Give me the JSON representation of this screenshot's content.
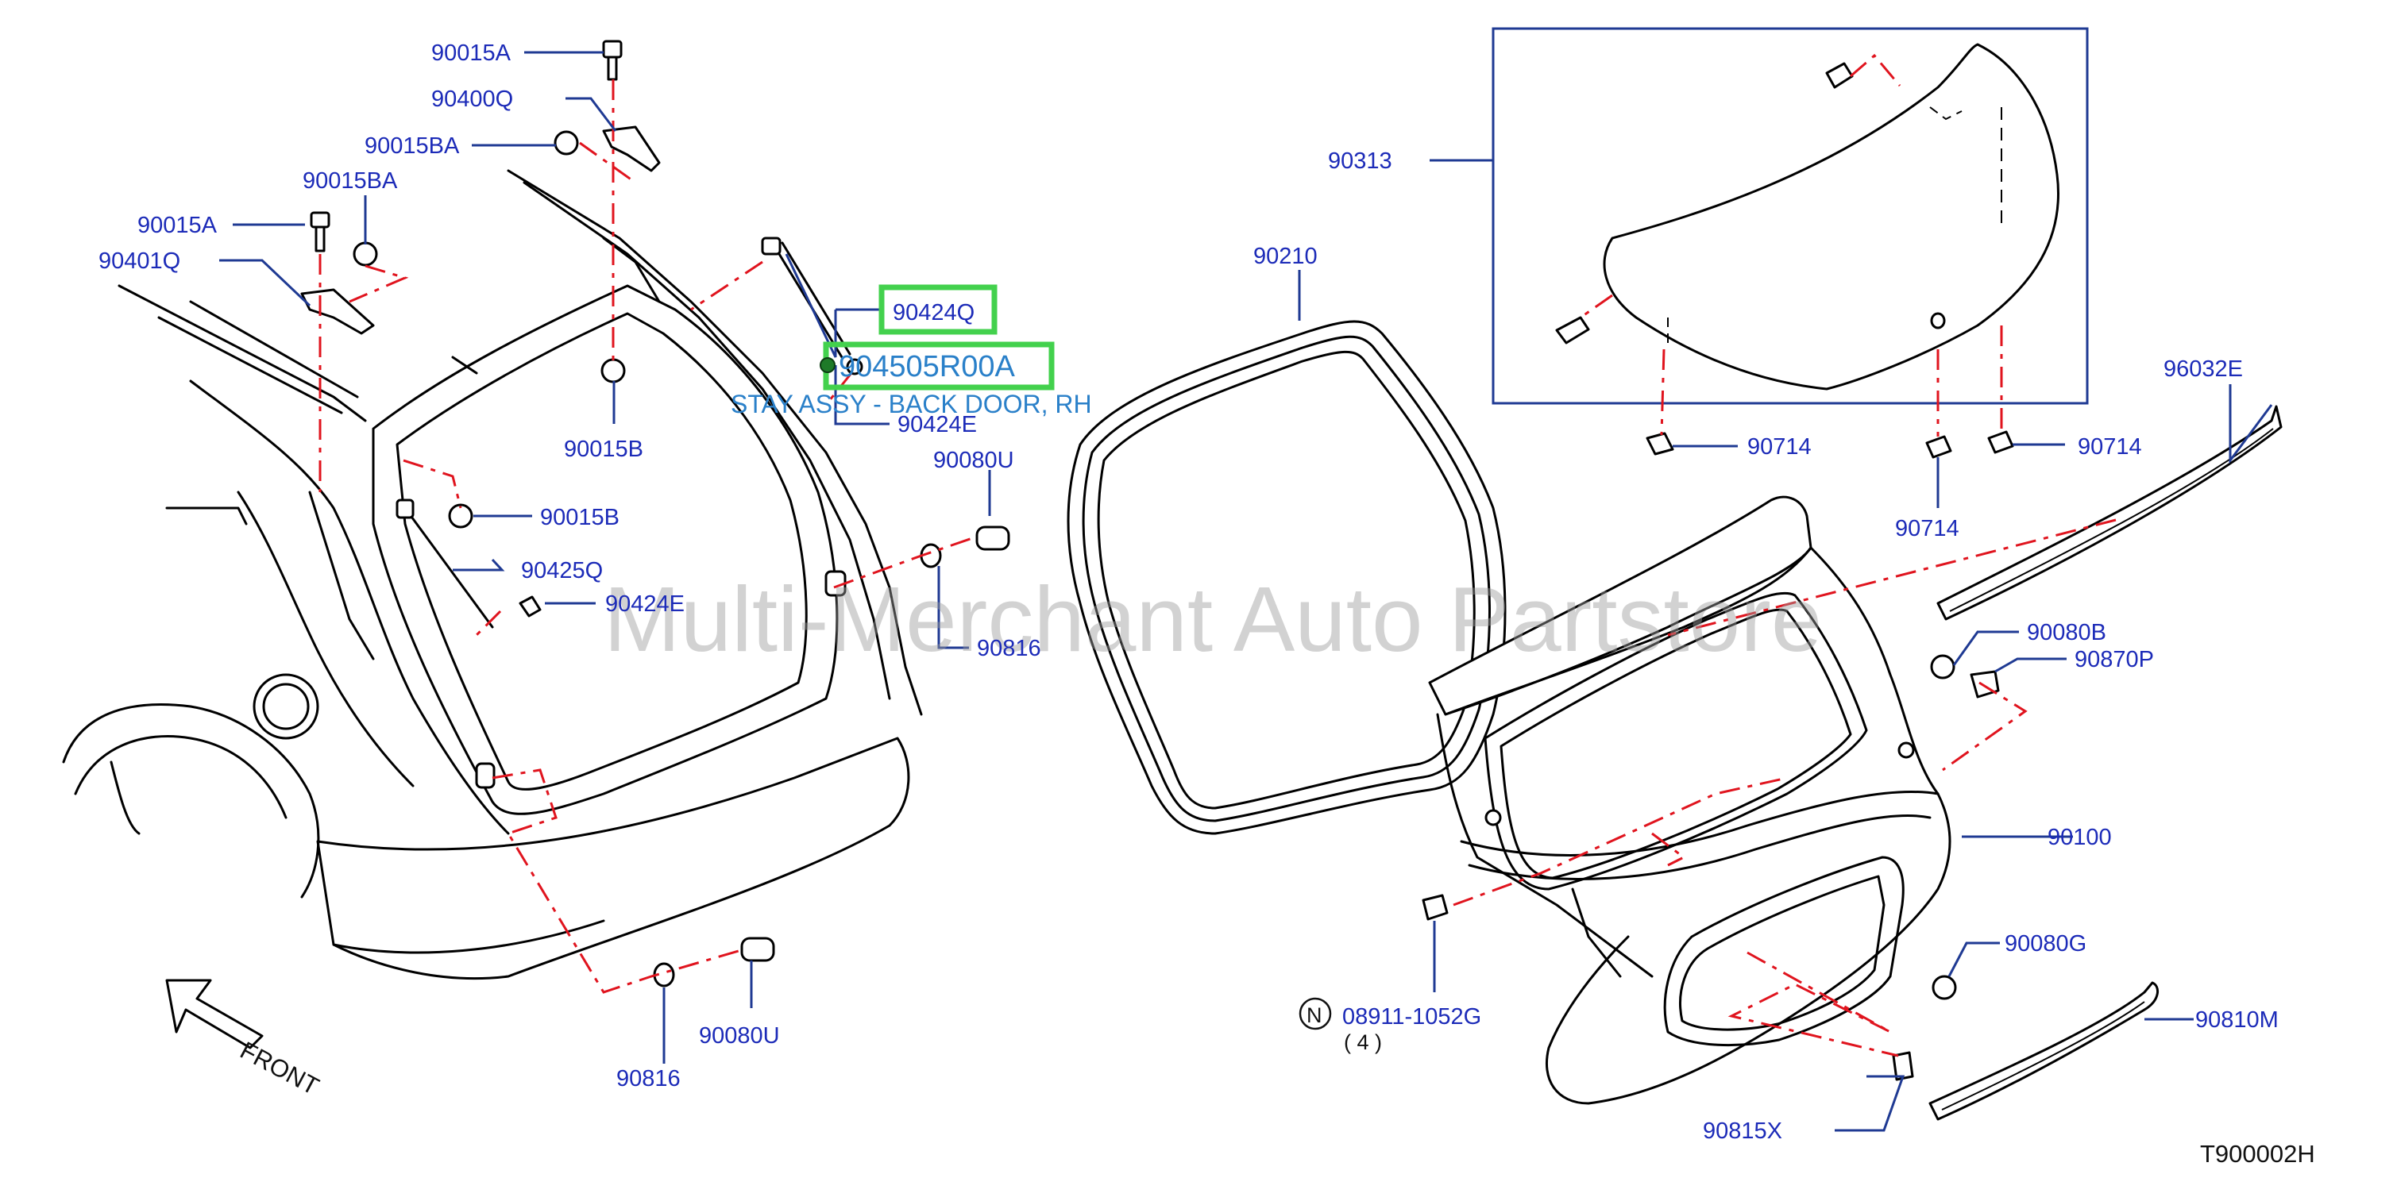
{
  "diagram_id": "T900002H",
  "watermark": "Multi-Merchant Auto Partstore",
  "front_label": "FRONT",
  "highlight": {
    "part_number": "904505R00A",
    "description": "STAY ASSY - BACK DOOR, RH"
  },
  "callouts": {
    "c90015A_top": "90015A",
    "c90400Q": "90400Q",
    "c90015BA_top": "90015BA",
    "c90015BA_left": "90015BA",
    "c90015A_left": "90015A",
    "c90401Q": "90401Q",
    "c90424Q": "90424Q",
    "c90424E_right": "90424E",
    "c90015B_top": "90015B",
    "c90080U_right": "90080U",
    "c90015B_mid": "90015B",
    "c90425Q": "90425Q",
    "c90424E_left": "90424E",
    "c90816_right": "90816",
    "c90816_bottom": "90816",
    "c90080U_bottom": "90080U",
    "c90313": "90313",
    "c90210": "90210",
    "c90714_a": "90714",
    "c90714_b": "90714",
    "c90714_c": "90714",
    "c96032E": "96032E",
    "c90080B": "90080B",
    "c90870P": "90870P",
    "c90100": "90100",
    "c90080G": "90080G",
    "c90810M": "90810M",
    "c90815X": "90815X",
    "c08911": "08911-1052G",
    "c08911_qty": "( 4 )",
    "c08911_symbol": "N"
  }
}
